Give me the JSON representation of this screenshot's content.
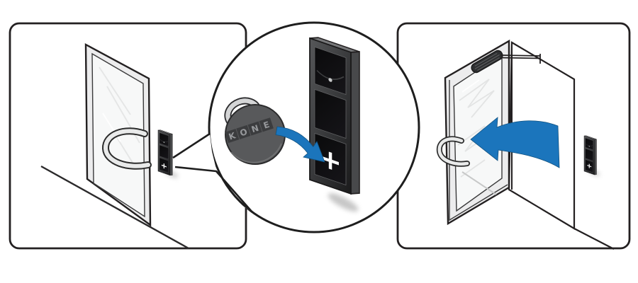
{
  "colors": {
    "outline": "#232021",
    "accent_blue": "#1b75bc",
    "panel_fill": "#ffffff",
    "fob_body": "#58595b",
    "fob_ring": "#d4d5d6",
    "fob_logo_box": "#3b3c3e",
    "fob_logo_letter": "#96989b",
    "reader_dark": "#1f1f21",
    "reader_side": "#48494b",
    "door_frame_gray": "#ececed",
    "glass_white": "#f7f8f8"
  },
  "fob": {
    "letters": [
      "K",
      "O",
      "N",
      "E"
    ]
  },
  "reader": {
    "plus_label": "+"
  }
}
